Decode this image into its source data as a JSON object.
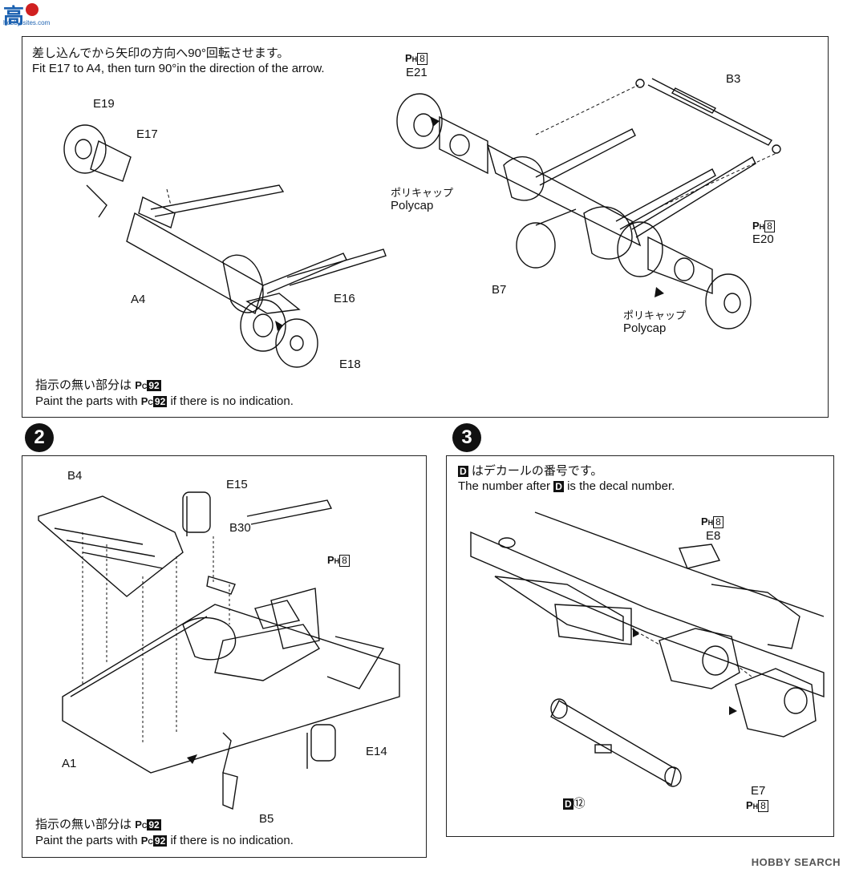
{
  "site_logo": {
    "text": "高",
    "subtext": "hobby-sites.com"
  },
  "step1": {
    "instruction_jp": "差し込んでから矢印の方向へ90°回転させます。",
    "instruction_en": "Fit E17 to A4, then turn 90°in the direction of the arrow.",
    "labels": {
      "E19": "E19",
      "E17": "E17",
      "A4": "A4",
      "E16": "E16",
      "E18": "E18",
      "E21": "E21",
      "B3": "B3",
      "B7": "B7",
      "E20": "E20",
      "polycap_jp_1": "ポリキャップ",
      "polycap_en_1": "Polycap",
      "polycap_jp_2": "ポリキャップ",
      "polycap_en_2": "Polycap",
      "ph_code": "P",
      "ph_sub": "H",
      "ph_num": "8"
    },
    "note_jp": "指示の無い部分は",
    "note_en_a": "Paint the parts with",
    "note_en_b": "if there is no indication.",
    "pc_code": "P",
    "pc_sub": "C",
    "pc_num": "92"
  },
  "step2": {
    "number": "2",
    "labels": {
      "B4": "B4",
      "E15": "E15",
      "B30": "B30",
      "A1": "A1",
      "E14": "E14",
      "B5": "B5",
      "ph_code": "P",
      "ph_sub": "H",
      "ph_num": "8"
    },
    "note_jp": "指示の無い部分は",
    "note_en_a": "Paint the parts with",
    "note_en_b": "if there is no indication.",
    "pc_code": "P",
    "pc_sub": "C",
    "pc_num": "92"
  },
  "step3": {
    "number": "3",
    "decal_letter": "D",
    "instruction_jp": "はデカールの番号です。",
    "instruction_en_a": "The number after",
    "instruction_en_b": "is the decal number.",
    "labels": {
      "E8": "E8",
      "E7": "E7",
      "decal_num": "⑫",
      "ph_code": "P",
      "ph_sub": "H",
      "ph_num": "8"
    }
  },
  "watermark": "HOBBY SEARCH"
}
